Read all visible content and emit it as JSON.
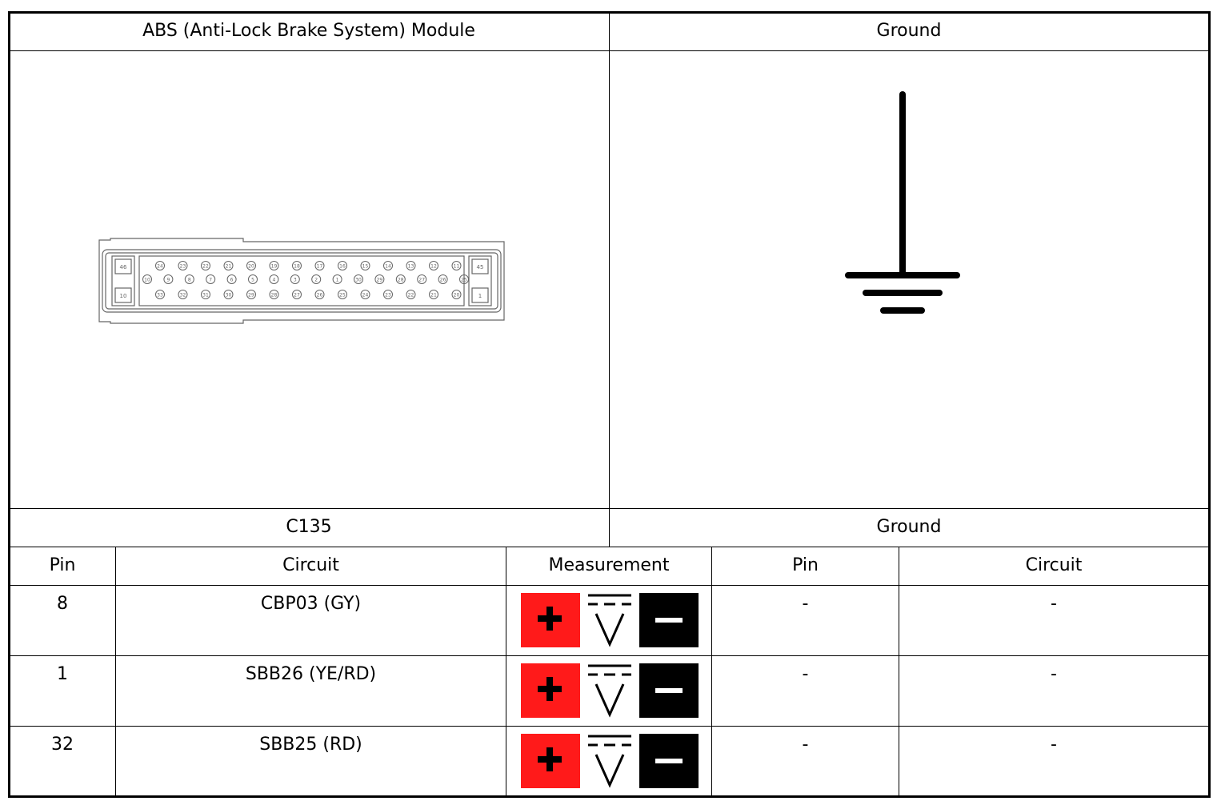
{
  "connectors": {
    "left_title": "ABS (Anti-Lock Brake System) Module",
    "right_title": "Ground",
    "left_id": "C135",
    "right_id": "Ground"
  },
  "connector_pins": {
    "top_row": [
      "24",
      "23",
      "22",
      "21",
      "20",
      "19",
      "18",
      "17",
      "16",
      "15",
      "14",
      "13",
      "12",
      "11"
    ],
    "middle_row": [
      "10",
      "9",
      "8",
      "7",
      "6",
      "5",
      "4",
      "3",
      "2",
      "1",
      "30",
      "29",
      "28",
      "27",
      "26",
      "25"
    ],
    "bottom_row": [
      "33",
      "32",
      "31",
      "30",
      "29",
      "28",
      "27",
      "26",
      "25",
      "24",
      "23",
      "22",
      "21",
      "20"
    ],
    "top_left": "46",
    "bottom_left": "10",
    "top_right": "45",
    "bottom_right": "1"
  },
  "table": {
    "headers": [
      "Pin",
      "Circuit",
      "Measurement",
      "Pin",
      "Circuit"
    ],
    "rows": [
      {
        "pin": "8",
        "circuit": "CBP03 (GY)",
        "ground_pin": "-",
        "ground_circuit": "-"
      },
      {
        "pin": "1",
        "circuit": "SBB26 (YE/RD)",
        "ground_pin": "-",
        "ground_circuit": "-"
      },
      {
        "pin": "32",
        "circuit": "SBB25 (RD)",
        "ground_pin": "-",
        "ground_circuit": "-"
      }
    ]
  },
  "measurement_icons": {
    "positive": "plus-icon",
    "dc_voltage": "dc-voltmeter-icon",
    "negative": "minus-icon",
    "positive_color": "#ff1a1a",
    "negative_color": "#000000"
  }
}
